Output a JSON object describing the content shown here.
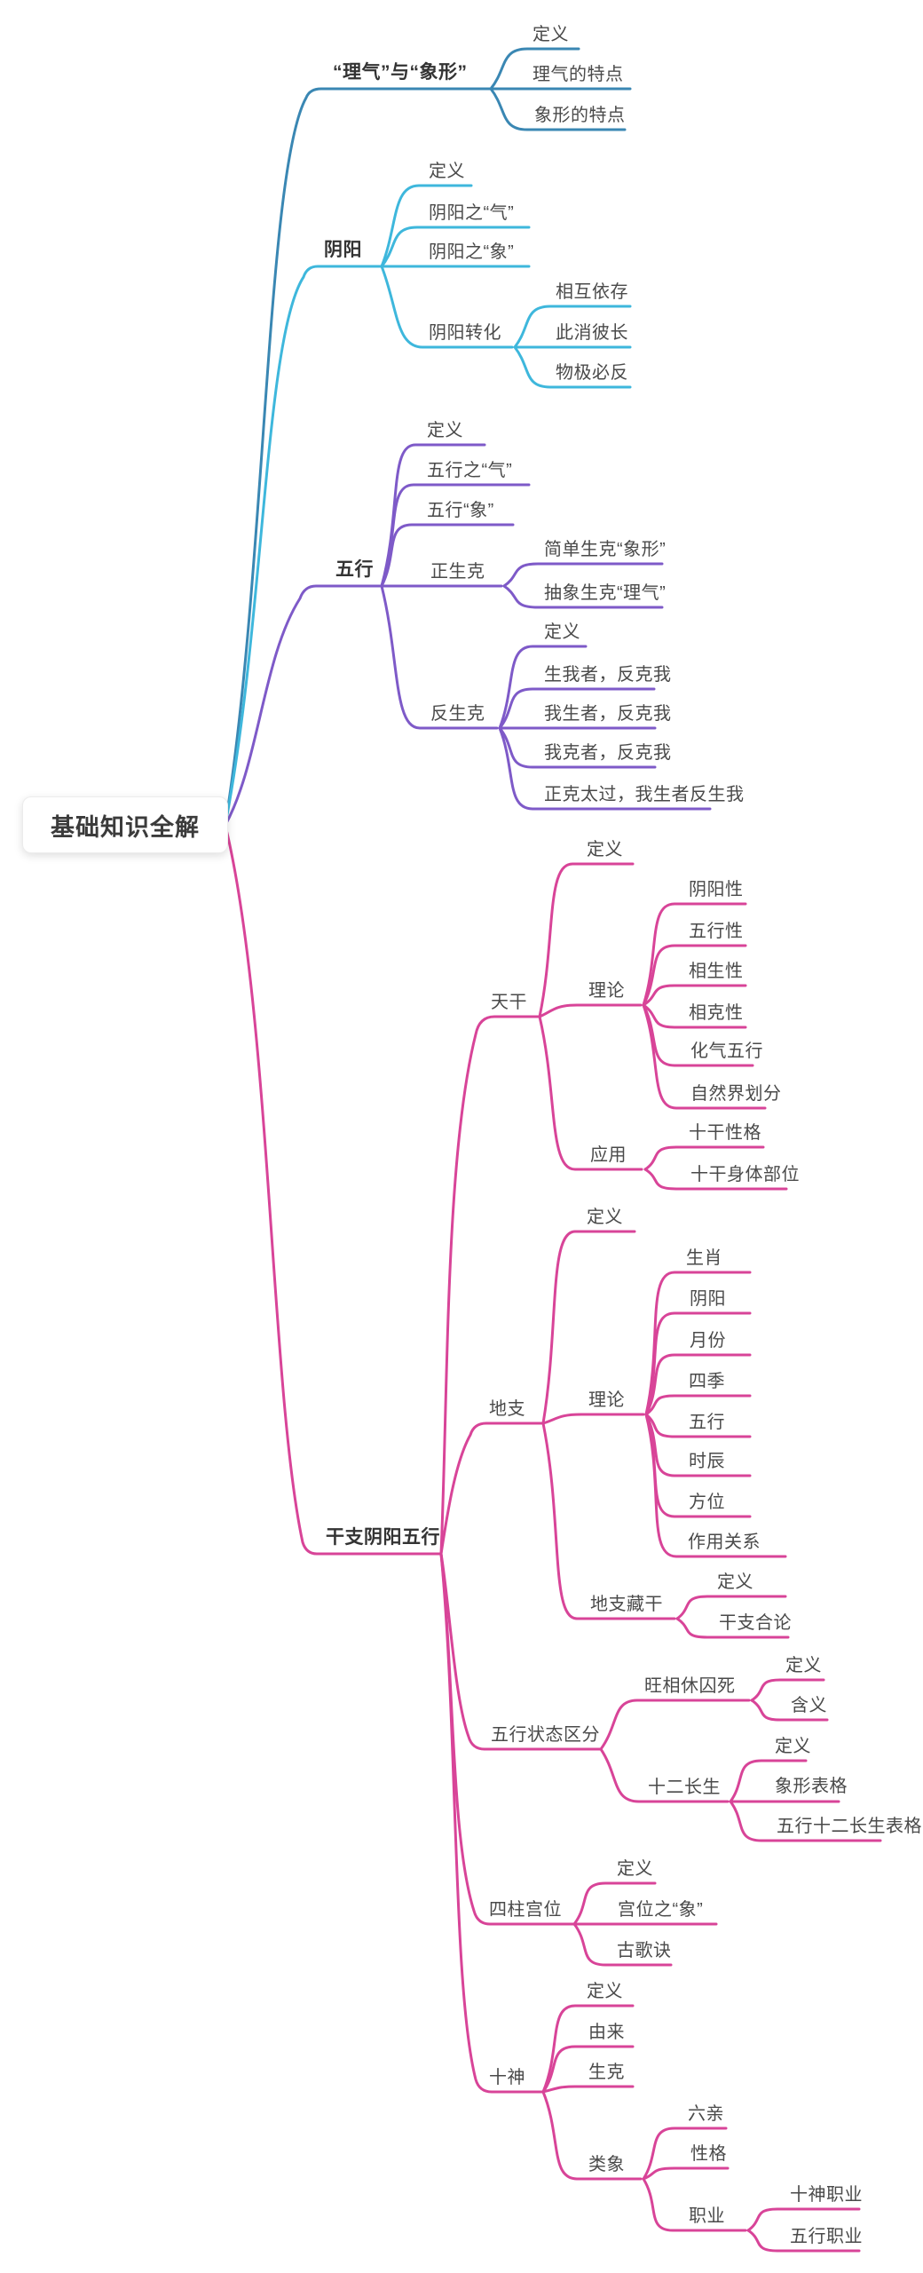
{
  "colors": {
    "branch1": "#3a87b3",
    "branch2": "#3eb7dc",
    "branch3": "#7e5ac8",
    "branch4": "#d84498"
  },
  "nodes": {
    "root": "基础知识全解",
    "b1": "“理气”与“象形”",
    "b1c1": "定义",
    "b1c2": "理气的特点",
    "b1c3": "象形的特点",
    "b2": "阴阳",
    "b2c1": "定义",
    "b2c2": "阴阳之“气”",
    "b2c3": "阴阳之“象”",
    "b2c4": "阴阳转化",
    "b2c4c1": "相互依存",
    "b2c4c2": "此消彼长",
    "b2c4c3": "物极必反",
    "b3": "五行",
    "b3c1": "定义",
    "b3c2": "五行之“气”",
    "b3c3": "五行“象”",
    "b3c4": "正生克",
    "b3c4c1": "简单生克“象形”",
    "b3c4c2": "抽象生克“理气”",
    "b3c5": "反生克",
    "b3c5c1": "定义",
    "b3c5c2": "生我者，反克我",
    "b3c5c3": "我生者，反克我",
    "b3c5c4": "我克者，反克我",
    "b3c5c5": "正克太过，我生者反生我",
    "b4": "干支阴阳五行",
    "b4c1": "天干",
    "b4c1c1": "定义",
    "b4c1c2": "理论",
    "b4c1c2c1": "阴阳性",
    "b4c1c2c2": "五行性",
    "b4c1c2c3": "相生性",
    "b4c1c2c4": "相克性",
    "b4c1c2c5": "化气五行",
    "b4c1c2c6": "自然界划分",
    "b4c1c3": "应用",
    "b4c1c3c1": "十干性格",
    "b4c1c3c2": "十干身体部位",
    "b4c2": "地支",
    "b4c2c1": "定义",
    "b4c2c2": "理论",
    "b4c2c2c1": "生肖",
    "b4c2c2c2": "阴阳",
    "b4c2c2c3": "月份",
    "b4c2c2c4": "四季",
    "b4c2c2c5": "五行",
    "b4c2c2c6": "时辰",
    "b4c2c2c7": "方位",
    "b4c2c2c8": "作用关系",
    "b4c2c3": "地支藏干",
    "b4c2c3c1": "定义",
    "b4c2c3c2": "干支合论",
    "b4c3": "五行状态区分",
    "b4c3c1": "旺相休囚死",
    "b4c3c1c1": "定义",
    "b4c3c1c2": "含义",
    "b4c3c2": "十二长生",
    "b4c3c2c1": "定义",
    "b4c3c2c2": "象形表格",
    "b4c3c2c3": "五行十二长生表格",
    "b4c4": "四柱宫位",
    "b4c4c1": "定义",
    "b4c4c2": "宫位之“象”",
    "b4c4c3": "古歌诀",
    "b4c5": "十神",
    "b4c5c1": "定义",
    "b4c5c2": "由来",
    "b4c5c3": "生克",
    "b4c5c4": "类象",
    "b4c5c4c1": "六亲",
    "b4c5c4c2": "性格",
    "b4c5c4c3": "职业",
    "b4c5c4c3c1": "十神职业",
    "b4c5c4c3c2": "五行职业"
  }
}
